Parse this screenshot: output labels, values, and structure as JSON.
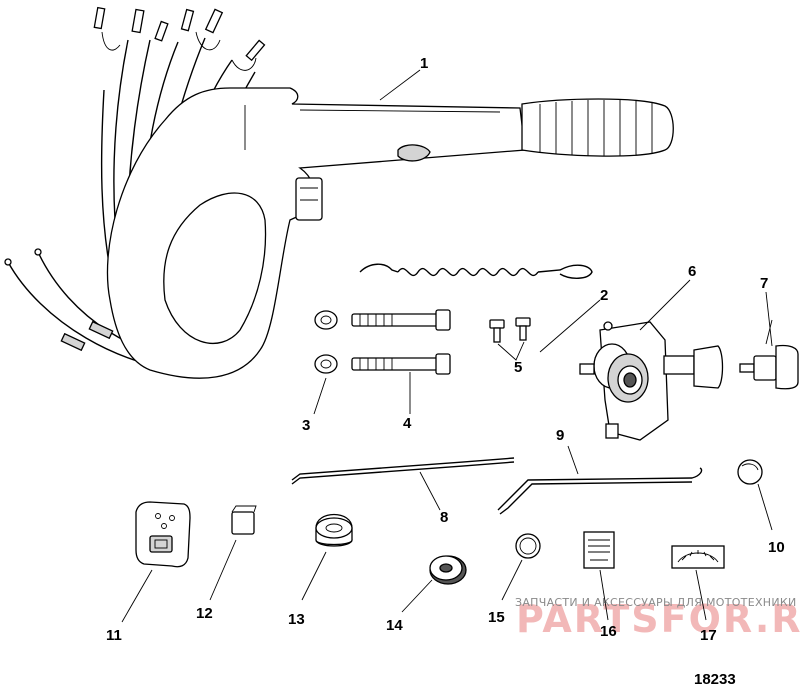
{
  "diagram": {
    "callouts": [
      "1",
      "2",
      "3",
      "4",
      "5",
      "6",
      "7",
      "8",
      "9",
      "10",
      "11",
      "12",
      "13",
      "14",
      "15",
      "16",
      "17"
    ],
    "figure_number": "18233"
  },
  "watermark": {
    "caption": "ЗАПЧАСТИ И АКСЕССУАРЫ ДЛЯ МОТОТЕХНИКИ",
    "logo": "PARTSFOR.RU"
  },
  "colors": {
    "line": "#000000",
    "part_fill": "#d4d4d4",
    "watermark_logo": "#f2b8b8",
    "watermark_text": "#8a8a8a"
  }
}
